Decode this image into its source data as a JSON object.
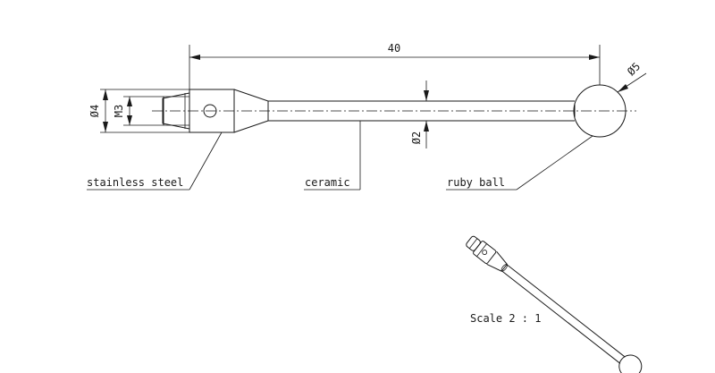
{
  "drawing": {
    "dimensions": {
      "length": "40",
      "body_diameter": "Ø4",
      "thread": "M3",
      "stem_diameter": "Ø2",
      "ball_diameter": "Ø5"
    },
    "callouts": {
      "stainless_steel": "stainless steel",
      "ceramic": "ceramic",
      "ruby_ball": "ruby ball"
    },
    "scale_label": "Scale 2 : 1"
  }
}
